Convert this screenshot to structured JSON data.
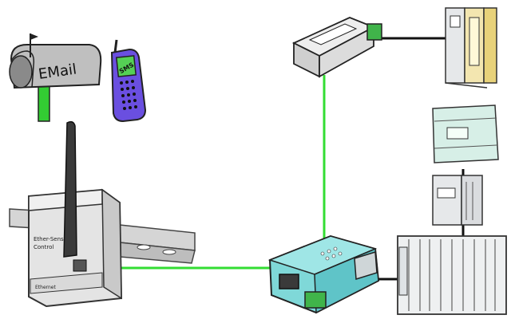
{
  "mailbox": {
    "label": "EMail"
  },
  "phone": {
    "label": "SMS"
  },
  "router": {
    "brand": "Ether-Sens",
    "model": "Control",
    "port_label": "Ethernet"
  },
  "colors": {
    "ethernet_line": "#33dd33",
    "mpi_line": "#111111",
    "gateway_body": "#7fd8d8",
    "plc_beige": "#f3e6b0",
    "plc_gray": "#e6e8ea",
    "plc_mint": "#d7efe7",
    "mailbox_body": "#bfbfbf",
    "mailbox_post": "#33cc33",
    "phone_body": "#6a4fe0",
    "phone_screen": "#55d055"
  }
}
